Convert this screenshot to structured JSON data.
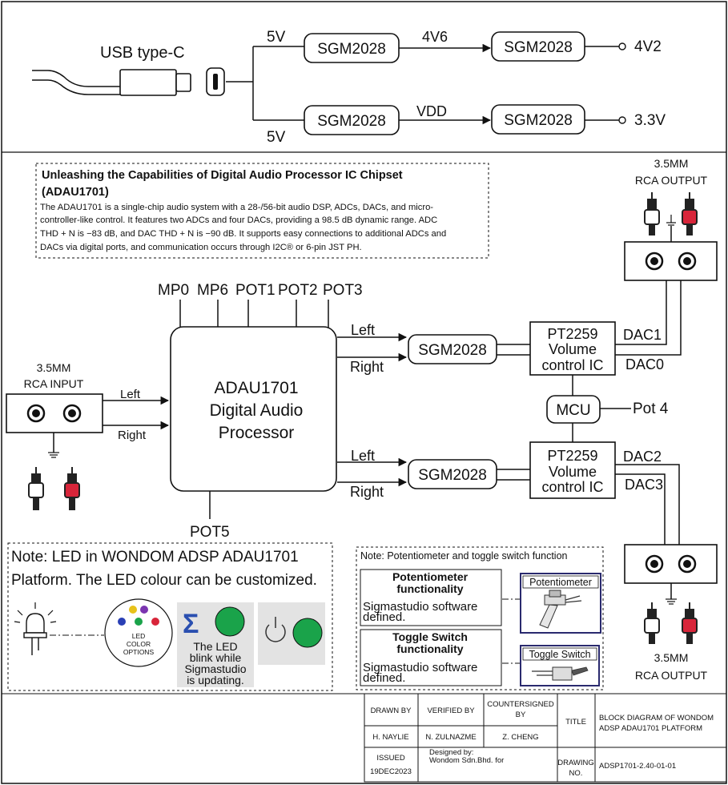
{
  "power": {
    "usb_label": "USB type-C",
    "v_top": "5V",
    "v_bottom": "5V",
    "reg_a": "SGM2028",
    "reg_b": "SGM2028",
    "reg_c": "SGM2028",
    "reg_d": "SGM2028",
    "rail_top": "4V6",
    "rail_bottom": "VDD",
    "out_top": "4V2",
    "out_bottom": "3.3V"
  },
  "info": {
    "title_line1": "Unleashing the Capabilities of Digital Audio Processor IC Chipset",
    "title_line2": "(ADAU1701)",
    "body": [
      "The ADAU1701 is a single-chip audio system with a 28-/56-bit audio DSP, ADCs, DACs, and micro-",
      "controller-like control. It features two ADCs and four DACs, providing a 98.5 dB dynamic range. ADC",
      "THD + N is −83 dB, and DAC THD + N is −90 dB. It supports easy connections to additional ADCs and",
      "DACs via digital ports, and communication occurs through I2C® or 6-pin JST PH."
    ]
  },
  "dsp": {
    "pins_top": [
      "MP0",
      "MP6",
      "POT1",
      "POT2",
      "POT3"
    ],
    "pin_bottom": "POT5",
    "line1": "ADAU1701",
    "line2": "Digital Audio",
    "line3": "Processor"
  },
  "rca_input": {
    "line1": "3.5MM",
    "line2": "RCA INPUT",
    "left": "Left",
    "right": "Right"
  },
  "upper_path": {
    "left": "Left",
    "right": "Right",
    "amp": "SGM2028",
    "vol_line1": "PT2259",
    "vol_line2": "Volume",
    "vol_line3": "control IC",
    "dac_a": "DAC1",
    "dac_b": "DAC0"
  },
  "lower_path": {
    "left": "Left",
    "right": "Right",
    "amp": "SGM2028",
    "vol_line1": "PT2259",
    "vol_line2": "Volume",
    "vol_line3": "control IC",
    "dac_a": "DAC2",
    "dac_b": "DAC3"
  },
  "mcu": {
    "label": "MCU",
    "pot": "Pot 4"
  },
  "rca_output_top": {
    "line1": "3.5MM",
    "line2": "RCA OUTPUT"
  },
  "rca_output_bottom": {
    "line1": "3.5MM",
    "line2": "RCA OUTPUT"
  },
  "led_note": {
    "line1": "Note: LED in WONDOM ADSP ADAU1701",
    "line2": "Platform. The LED colour can be customized.",
    "options_line1": "LED",
    "options_line2": "COLOR",
    "options_line3": "OPTIONS",
    "blink_line1": "The LED",
    "blink_line2": "blink while",
    "blink_line3": "Sigmastudio",
    "blink_line4": "is updating.",
    "colors": {
      "led_green": "#1aa34a",
      "blue": "#2a3fb5",
      "yellow": "#e8c21a",
      "green": "#1aa34a",
      "red": "#d8253a",
      "purple": "#7b35b0"
    }
  },
  "pot_note": {
    "title": "Note: Potentiometer and toggle switch function",
    "pot_heading1": "Potentiometer",
    "pot_heading2": "functionality",
    "pot_text1": "Sigmastudio software",
    "pot_text2": "defined.",
    "pot_image_label": "Potentiometer",
    "sw_heading1": "Toggle Switch",
    "sw_heading2": "functionality",
    "sw_text1": "Sigmastudio software",
    "sw_text2": "defined.",
    "sw_image_label": "Toggle Switch"
  },
  "title_block": {
    "drawn_by_h": "DRAWN BY",
    "verified_by_h": "VERIFIED BY",
    "countersigned_h1": "COUNTERSIGNED",
    "countersigned_h2": "BY",
    "drawn_by": "H. NAYLIE",
    "verified_by": "N. ZULNAZME",
    "countersigned": "Z. CHENG",
    "issued_h": "ISSUED",
    "issued": "19DEC2023",
    "designed_by1": "Designed by:",
    "designed_by2": "Wondom Sdn.Bhd. for",
    "title_h": "TITLE",
    "title1": "BLOCK DIAGRAM OF WONDOM",
    "title2": "ADSP ADAU1701 PLATFORM",
    "drawing_h1": "DRAWING",
    "drawing_h2": "NO.",
    "drawing_no": "ADSP1701-2.40-01-01"
  }
}
